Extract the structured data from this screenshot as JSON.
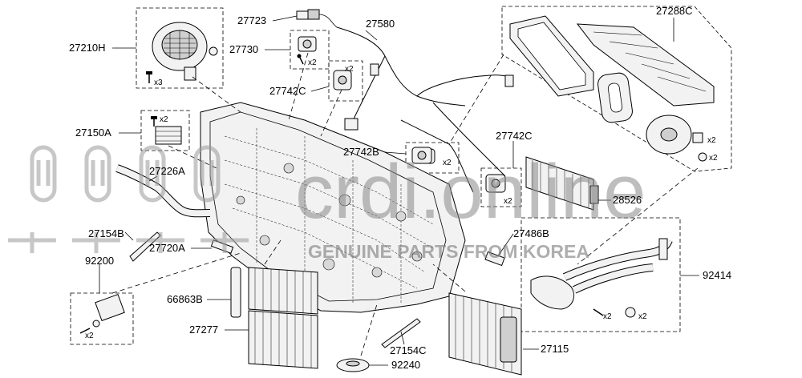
{
  "labels": {
    "l27210H": "27210H",
    "l27723": "27723",
    "l27730": "27730",
    "l27580": "27580",
    "l27742C_a": "27742C",
    "l27742C_b": "27742C",
    "l27288C": "27288C",
    "l27150A": "27150A",
    "l27226A": "27226A",
    "l27742B": "27742B",
    "l28526": "28526",
    "l27154B": "27154B",
    "l27720A": "27720A",
    "l27486B": "27486B",
    "l92200": "92200",
    "l92414": "92414",
    "l66863B": "66863B",
    "l27277": "27277",
    "l27154C": "27154C",
    "l27115": "27115",
    "l92240": "92240"
  },
  "qty": {
    "x3": "x3",
    "x2": "x2"
  },
  "watermark": {
    "brand": "crdi.online",
    "tagline": "GENUINE PARTS FROM KOREA"
  }
}
